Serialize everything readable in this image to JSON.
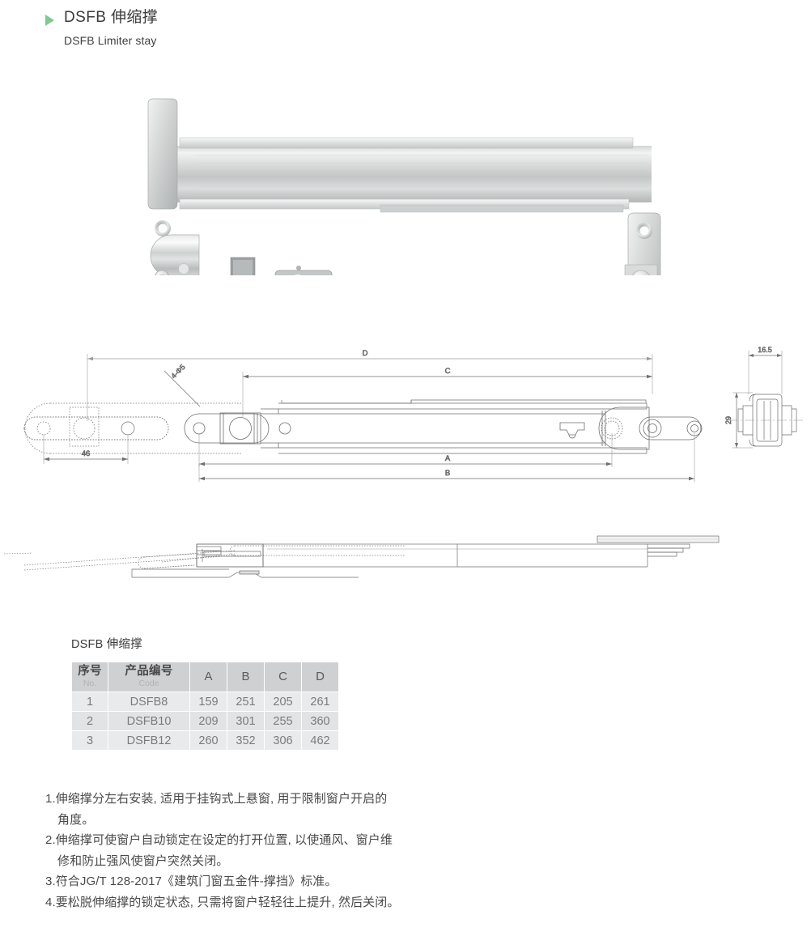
{
  "header": {
    "bullet_icon": "triangle-right-icon",
    "bullet_color": "#7ec992",
    "title_cn": "DSFB 伸缩撑",
    "title_en": "DSFB Limiter stay"
  },
  "product_photo": {
    "alt": "DSFB limiter stay stainless steel telescopic window restrictor, front view"
  },
  "drawing_plan": {
    "labels": {
      "dim_a": "A",
      "dim_b": "B",
      "dim_c": "C",
      "dim_d": "D",
      "dim_46": "46",
      "hole_note": "4-Φ5"
    }
  },
  "drawing_section": {
    "labels": {
      "width": "16.5",
      "height": "29"
    }
  },
  "table": {
    "caption": "DSFB 伸缩撑",
    "columns": [
      {
        "cn": "序号",
        "en": "No.",
        "key": "no"
      },
      {
        "cn": "产品编号",
        "en": "Code",
        "key": "code"
      },
      {
        "letter": "A",
        "key": "a"
      },
      {
        "letter": "B",
        "key": "b"
      },
      {
        "letter": "C",
        "key": "c"
      },
      {
        "letter": "D",
        "key": "d"
      }
    ],
    "rows": [
      {
        "no": "1",
        "code": "DSFB8",
        "a": "159",
        "b": "251",
        "c": "205",
        "d": "261"
      },
      {
        "no": "2",
        "code": "DSFB10",
        "a": "209",
        "b": "301",
        "c": "255",
        "d": "360"
      },
      {
        "no": "3",
        "code": "DSFB12",
        "a": "260",
        "b": "352",
        "c": "306",
        "d": "462"
      }
    ]
  },
  "notes": [
    "1.伸缩撑分左右安装, 适用于挂钩式上悬窗, 用于限制窗户开启的",
    "角度。",
    "2.伸缩撑可使窗户自动锁定在设定的打开位置, 以使通风、窗户维",
    "修和防止强风使窗户突然关闭。",
    "3.符合JG/T 128-2017《建筑门窗五金件-撑挡》标准。",
    "4.要松脱伸缩撑的锁定状态, 只需将窗户轻轻往上提升, 然后关闭。"
  ]
}
